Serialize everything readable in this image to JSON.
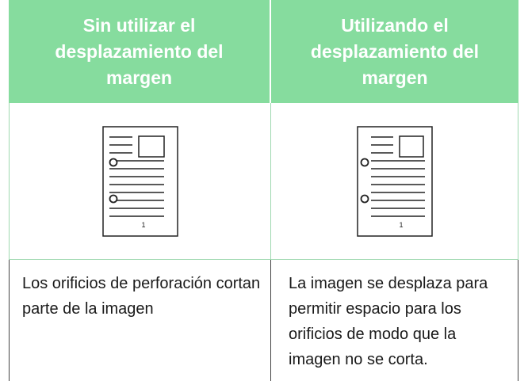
{
  "columns": [
    {
      "header": "Sin utilizar el desplazamiento del margen",
      "page_number": "1",
      "description": "Los orificios de perforación cortan parte de la imagen"
    },
    {
      "header": "Utilizando el desplazamiento del margen",
      "page_number": "1",
      "description": "La imagen se desplaza para permitir espacio para los orificios de modo que la imagen no se corta."
    }
  ],
  "colors": {
    "header_bg": "#86dc9e",
    "header_text": "#ffffff",
    "border": "#9fd9b0"
  }
}
